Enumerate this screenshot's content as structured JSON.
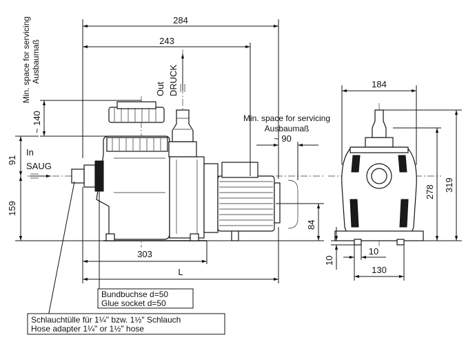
{
  "dimensions": {
    "d284": "284",
    "d243": "243",
    "d184": "184",
    "d140": "~ 140",
    "d90": "~ 90",
    "d91": "91",
    "d159": "159",
    "d303": "303",
    "dL": "L",
    "d84": "84",
    "d278": "278",
    "d319": "319",
    "d10a": "10",
    "d10b": "10",
    "d130": "130"
  },
  "labels": {
    "min_space_left_en": "Min. space for servicing",
    "min_space_left_de": "Ausbaumaß",
    "min_space_right_en": "Min. space for servicing",
    "min_space_right_de": "Ausbaumaß",
    "in": "In",
    "saug": "SAUG",
    "out": "Out",
    "druck": "DRUCK"
  },
  "notes": {
    "glue_de": "Bundbuchse  d=50",
    "glue_en": "Glue socket  d=50",
    "hose_de": "Schlauchtülle für 1¼\"  bzw. 1½\" Schlauch",
    "hose_en": "Hose adapter 1¼\"  or 1½\" hose"
  }
}
